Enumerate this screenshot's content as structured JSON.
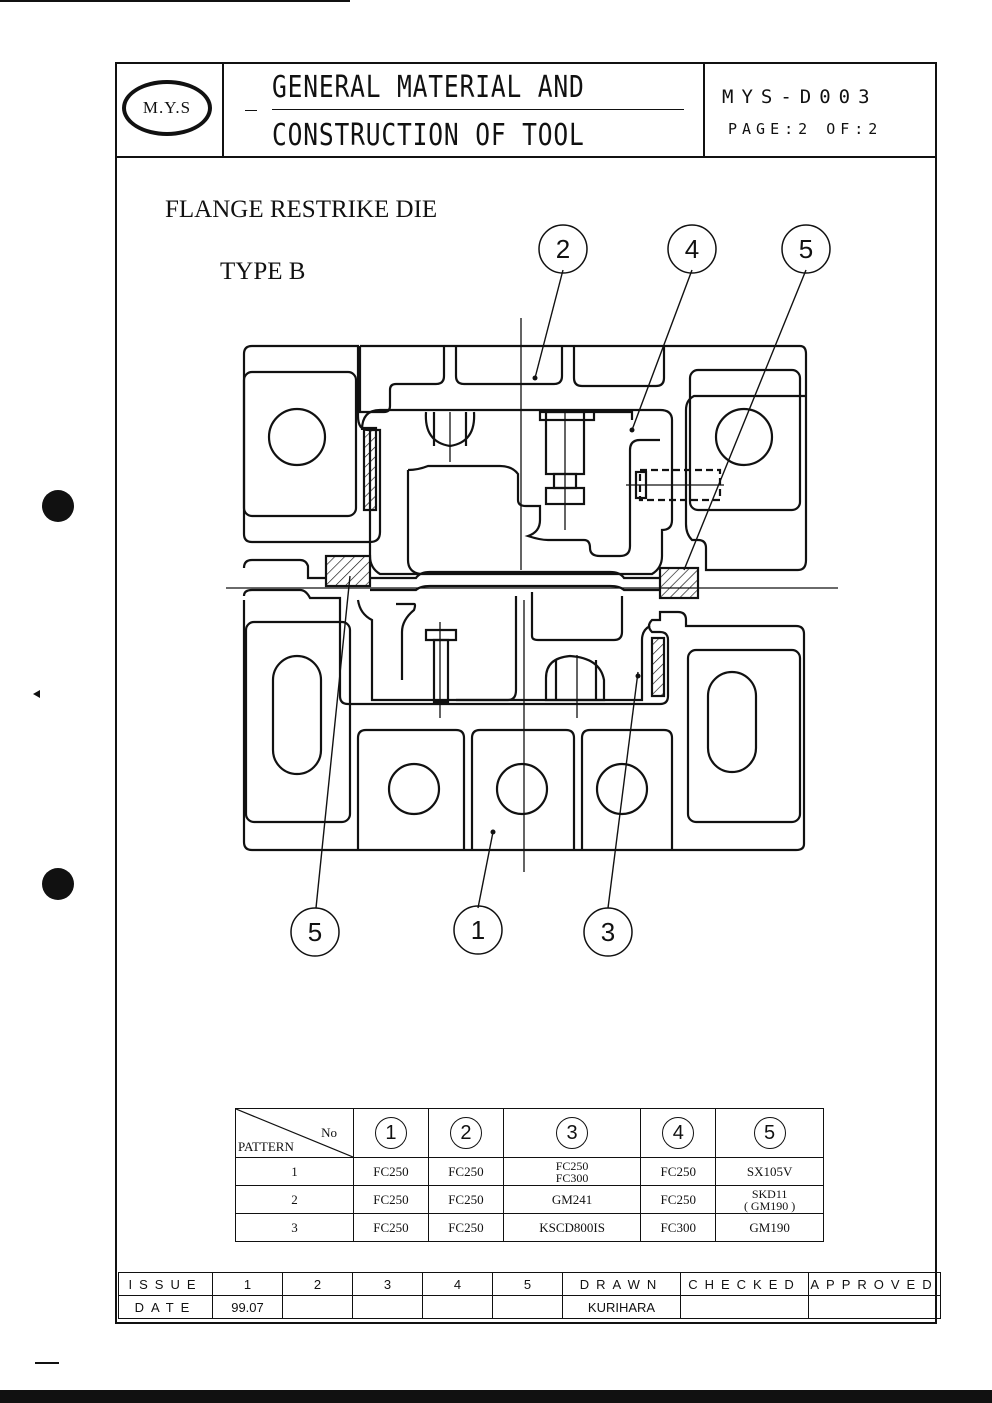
{
  "header": {
    "logo_text": "M.Y.S",
    "title_line1": "GENERAL MATERIAL AND",
    "title_line2": "CONSTRUCTION OF TOOL",
    "doc_number": "MYS-D003",
    "page_label": "PAGE:2 OF:2"
  },
  "drawing": {
    "heading": "FLANGE RESTRIKE DIE",
    "subheading": "TYPE B",
    "callouts": [
      "2",
      "4",
      "5",
      "5",
      "1",
      "3"
    ]
  },
  "material_table": {
    "corner_top": "No",
    "corner_bottom": "PATTERN",
    "columns": [
      "1",
      "2",
      "3",
      "4",
      "5"
    ],
    "rows": [
      {
        "pattern": "1",
        "c1": "FC250",
        "c2": "FC250",
        "c3a": "FC250",
        "c3b": "FC300",
        "c4": "FC250",
        "c5a": "SX105V",
        "c5b": ""
      },
      {
        "pattern": "2",
        "c1": "FC250",
        "c2": "FC250",
        "c3a": "GM241",
        "c3b": "",
        "c4": "FC250",
        "c5a": "SKD11",
        "c5b": "( GM190 )"
      },
      {
        "pattern": "3",
        "c1": "FC250",
        "c2": "FC250",
        "c3a": "KSCD800IS",
        "c3b": "",
        "c4": "FC300",
        "c5a": "GM190",
        "c5b": ""
      }
    ]
  },
  "issue_block": {
    "issue_label": "ISSUE",
    "date_label": "DATE",
    "issue_numbers": [
      "1",
      "2",
      "3",
      "4",
      "5"
    ],
    "dates": [
      "99.07",
      "",
      "",
      "",
      ""
    ],
    "drawn_label": "DRAWN",
    "checked_label": "CHECKED",
    "approved_label": "APPROVED",
    "drawn_by": "KURIHARA",
    "checked_by": "",
    "approved_by": ""
  }
}
